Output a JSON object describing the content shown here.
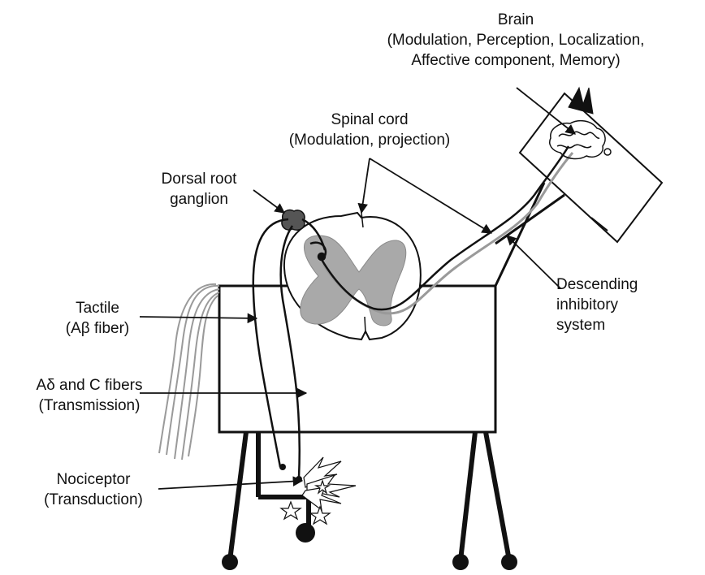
{
  "labels": {
    "brain": {
      "title": "Brain",
      "detail_line1": "(Modulation, Perception, Localization,",
      "detail_line2": "Affective component, Memory)"
    },
    "spinal_cord": {
      "title": "Spinal cord",
      "detail": "(Modulation, projection)"
    },
    "dorsal_root_ganglion": {
      "line1": "Dorsal root",
      "line2": "ganglion"
    },
    "descending": {
      "line1": "Descending",
      "line2": "inhibitory",
      "line3": "system"
    },
    "tactile": {
      "line1": "Tactile",
      "line2": "(Aβ fiber)"
    },
    "fibers": {
      "line1": "Aδ and C fibers",
      "line2": "(Transmission)"
    },
    "nociceptor": {
      "line1": "Nociceptor",
      "line2": "(Transduction)"
    }
  },
  "colors": {
    "ink": "#111111",
    "grey_matter": "#a9a9a9",
    "descending_pathway": "#9a9a9a",
    "tail": "#9a9a9a"
  }
}
